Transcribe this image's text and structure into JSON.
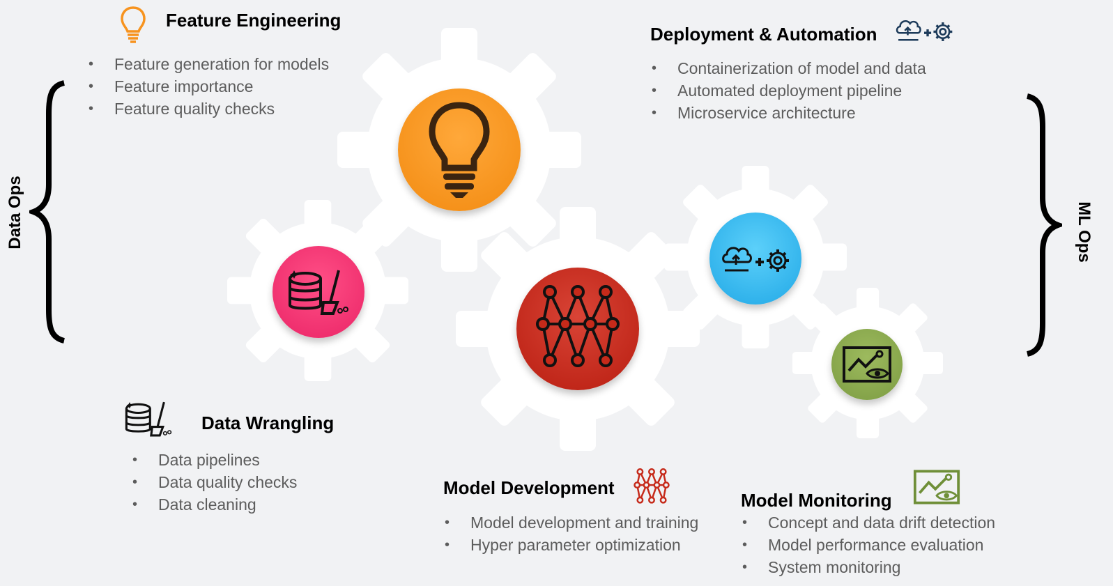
{
  "sections": {
    "feature_engineering": {
      "title": "Feature Engineering",
      "items": [
        "Feature generation for models",
        "Feature importance",
        "Feature quality checks"
      ]
    },
    "deployment_automation": {
      "title": "Deployment & Automation",
      "items": [
        "Containerization of model and data",
        "Automated deployment pipeline",
        "Microservice architecture"
      ]
    },
    "data_wrangling": {
      "title": "Data Wrangling",
      "items": [
        "Data pipelines",
        "Data quality checks",
        "Data cleaning"
      ]
    },
    "model_development": {
      "title": "Model Development",
      "items": [
        "Model development and training",
        "Hyper parameter optimization"
      ]
    },
    "model_monitoring": {
      "title": "Model Monitoring",
      "items": [
        "Concept and data drift detection",
        "Model performance evaluation",
        "System monitoring"
      ]
    }
  },
  "sides": {
    "left": "Data Ops",
    "right": "ML Ops"
  },
  "colors": {
    "background": "#f1f2f4",
    "gear": "#ffffff",
    "feature_engineering": "#f7931e",
    "data_wrangling": "#f0306e",
    "model_development": "#c62a1a",
    "deployment_automation": "#2fb6ee",
    "model_monitoring": "#86a64b",
    "bullet_text": "#5c5c5c"
  },
  "icons": {
    "feature_engineering": "lightbulb-icon",
    "data_wrangling": "database-broom-icon",
    "model_development": "neural-network-icon",
    "deployment_automation": "cloud-plus-gear-icon",
    "model_monitoring": "chart-eye-icon"
  }
}
